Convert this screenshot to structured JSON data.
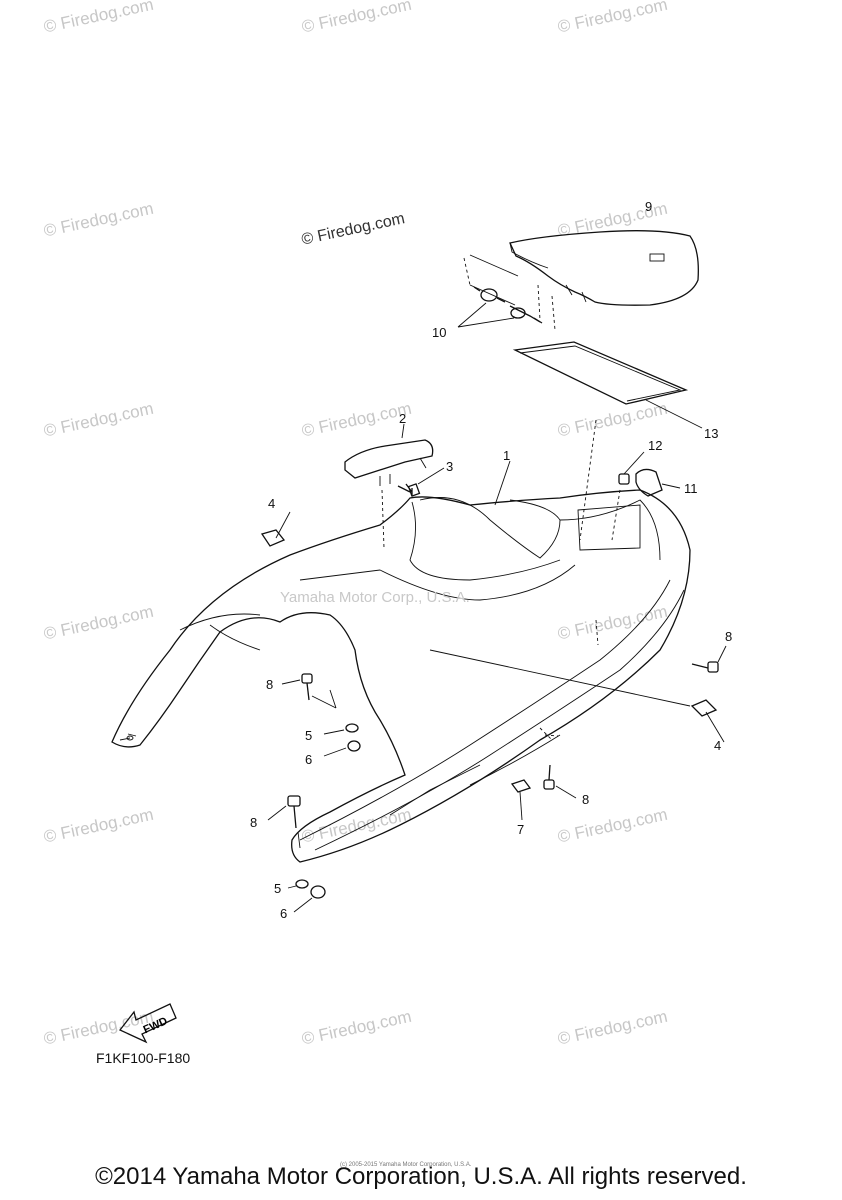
{
  "watermark": {
    "text": "© Firedog.com",
    "prominent_text": "© Firedog.com",
    "center_text": "Yamaha Motor Corp., U.S.A."
  },
  "part_labels": [
    "1",
    "2",
    "3",
    "4",
    "4",
    "5",
    "5",
    "6",
    "6",
    "7",
    "8",
    "8",
    "8",
    "8",
    "9",
    "10",
    "11",
    "12",
    "13"
  ],
  "fwd_arrow": {
    "text": "FWD"
  },
  "diagram_code": "F1KF100-F180",
  "footer": {
    "copyright": "©2014 Yamaha Motor Corporation, U.S.A. All rights reserved.",
    "small_credit": "(c) 2005-2015 Yamaha Motor Corporation, U.S.A."
  }
}
